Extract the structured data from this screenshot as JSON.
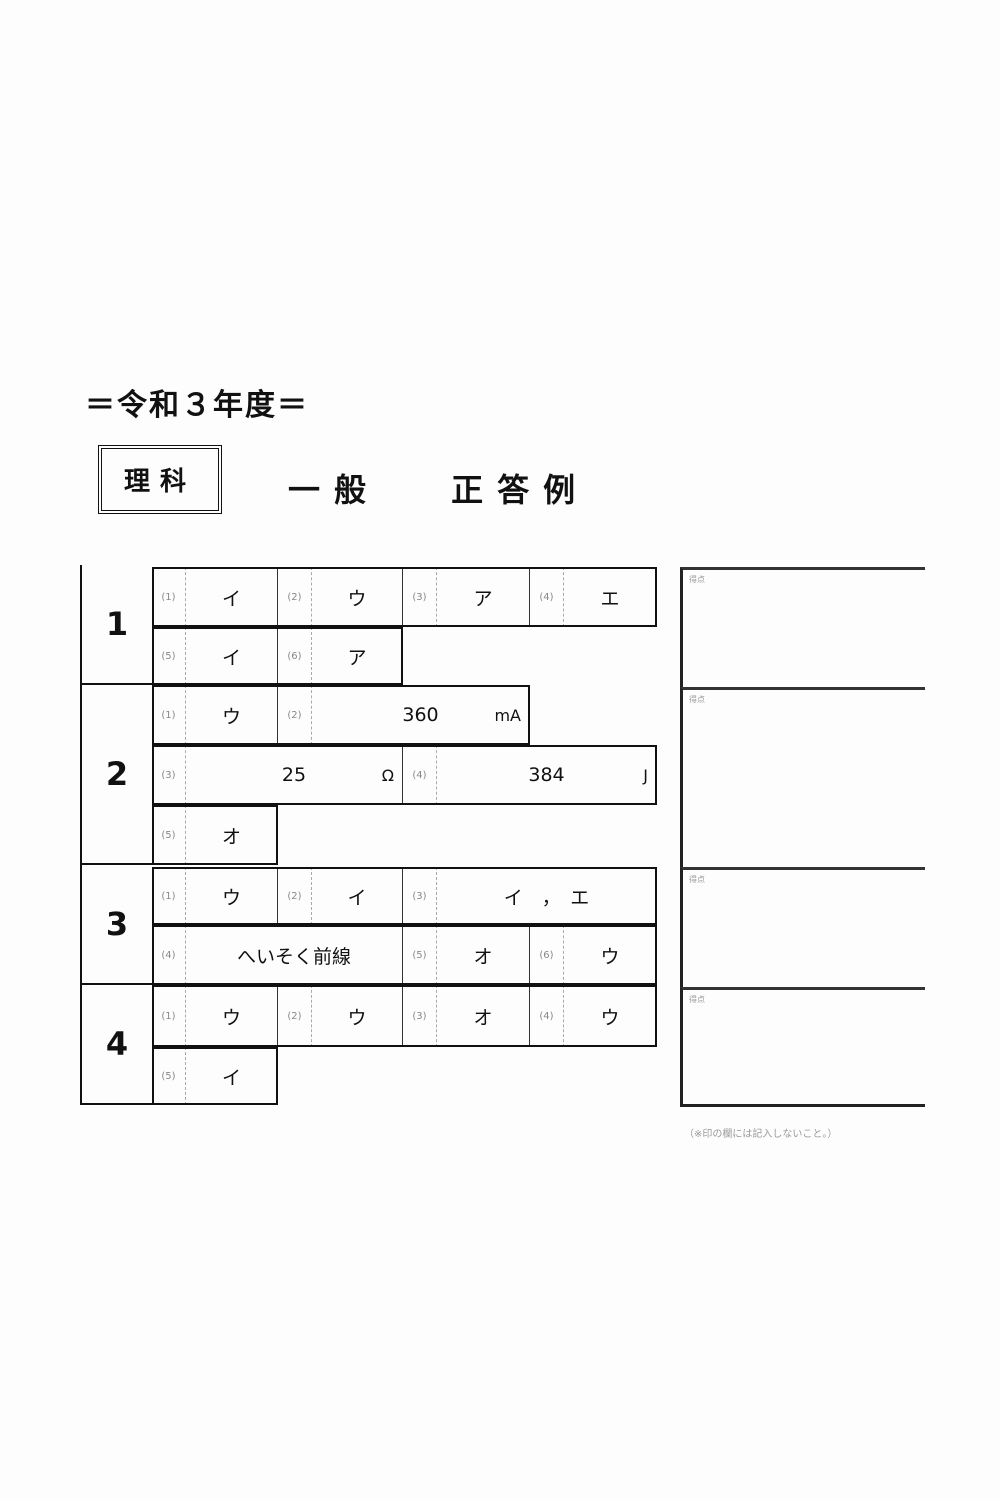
{
  "title": "＝令和３年度＝",
  "subject": "理科",
  "heading": "一般　 正答例",
  "questions": [
    {
      "number": "1",
      "answers": [
        {
          "label": "(1)",
          "value": "イ"
        },
        {
          "label": "(2)",
          "value": "ウ"
        },
        {
          "label": "(3)",
          "value": "ア"
        },
        {
          "label": "(4)",
          "value": "エ"
        },
        {
          "label": "(5)",
          "value": "イ"
        },
        {
          "label": "(6)",
          "value": "ア"
        }
      ]
    },
    {
      "number": "2",
      "answers": [
        {
          "label": "(1)",
          "value": "ウ"
        },
        {
          "label": "(2)",
          "value": "360",
          "unit": "mA"
        },
        {
          "label": "(3)",
          "value": "25",
          "unit": "Ω"
        },
        {
          "label": "(4)",
          "value": "384",
          "unit": "J"
        },
        {
          "label": "(5)",
          "value": "オ"
        }
      ]
    },
    {
      "number": "3",
      "answers": [
        {
          "label": "(1)",
          "value": "ウ"
        },
        {
          "label": "(2)",
          "value": "イ"
        },
        {
          "label": "(3)",
          "value": "イ　，　エ"
        },
        {
          "label": "(4)",
          "value": "へいそく前線"
        },
        {
          "label": "(5)",
          "value": "オ"
        },
        {
          "label": "(6)",
          "value": "ウ"
        }
      ]
    },
    {
      "number": "4",
      "answers": [
        {
          "label": "(1)",
          "value": "ウ"
        },
        {
          "label": "(2)",
          "value": "ウ"
        },
        {
          "label": "(3)",
          "value": "オ"
        },
        {
          "label": "(4)",
          "value": "ウ"
        },
        {
          "label": "(5)",
          "value": "イ"
        }
      ]
    }
  ],
  "score_label": "得点",
  "footer_note": "（※印の欄には記入しないこと。）"
}
